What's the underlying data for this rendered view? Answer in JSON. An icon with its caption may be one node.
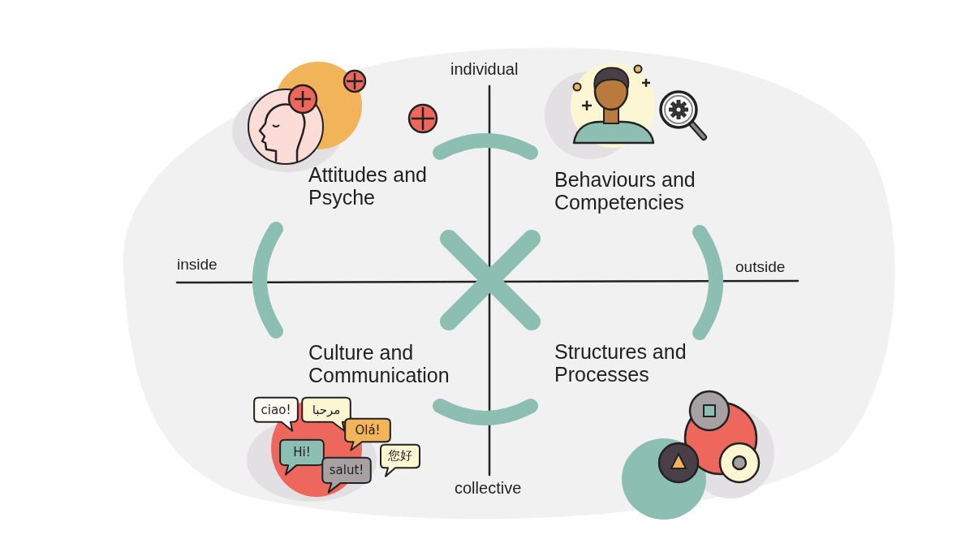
{
  "diagram": {
    "nodes": [
      {
        "text": [
          "ciao!"
        ]
      },
      {
        "text": [
          "مرحبا"
        ]
      },
      {
        "text": [
          "Olá!"
        ]
      },
      {
        "text": [
          "Hi!"
        ]
      },
      {
        "text": [
          "您好"
        ]
      },
      {
        "text": [
          "salut!"
        ]
      }
    ],
    "labels": [
      "individual",
      "Attitudes and Psyche",
      "Behaviours and Competencies",
      "inside",
      "outside",
      "Culture and Communication",
      "Structures and Processes",
      "collective"
    ]
  }
}
